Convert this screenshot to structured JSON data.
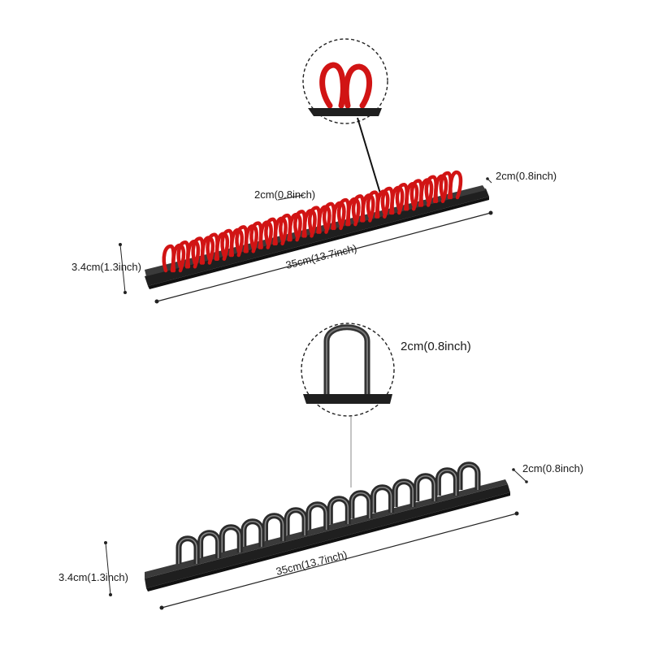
{
  "top_rack": {
    "clip_color": "#d11414",
    "rail_color": "#1f1f1f",
    "clip_count": 20,
    "labels": {
      "clip_pitch": "2cm(0.8inch)",
      "rail_depth": "2cm(0.8inch)",
      "height": "3.4cm(1.3inch)",
      "length": "35cm(13.7inch)"
    }
  },
  "bottom_rack": {
    "clip_color": "#2b2b2b",
    "rail_color": "#1f1f1f",
    "clip_count": 14,
    "labels": {
      "clip_width": "2cm(0.8inch)",
      "rail_depth": "2cm(0.8inch)",
      "height": "3.4cm(1.3inch)",
      "length": "35cm(13.7inch)"
    }
  }
}
